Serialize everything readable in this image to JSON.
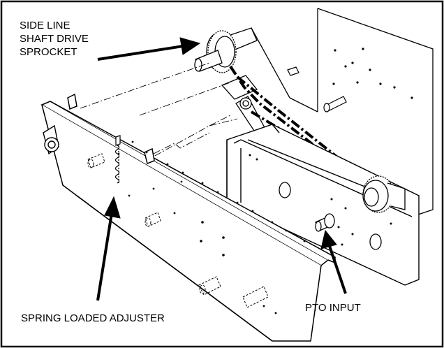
{
  "labels": {
    "side_line_1": "SIDE LINE",
    "side_line_2": "SHAFT DRIVE",
    "side_line_3": "SPROCKET",
    "spring_loaded_adjuster": "SPRING LOADED ADJUSTER",
    "pto_input": "PTO INPUT"
  },
  "colors": {
    "line": "#000000",
    "background": "#ffffff"
  }
}
